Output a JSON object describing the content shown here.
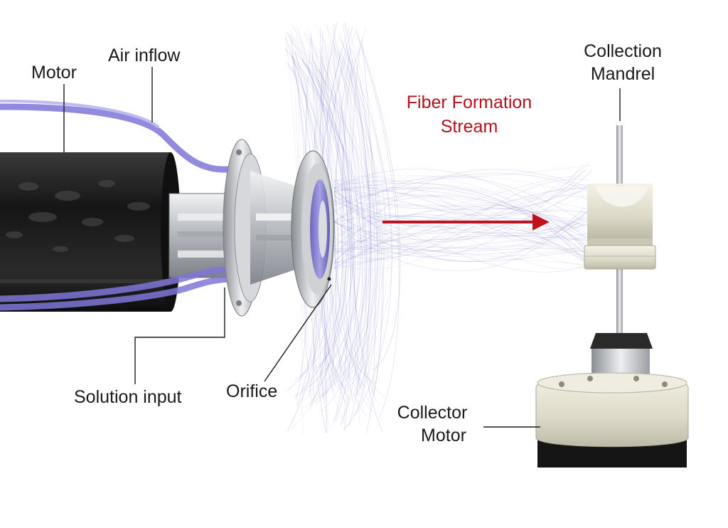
{
  "labels": {
    "motor": "Motor",
    "air_inflow": "Air inflow",
    "solution_input": "Solution input",
    "orifice": "Orifice",
    "fiber_stream_line1": "Fiber Formation",
    "fiber_stream_line2": "Stream",
    "collection_mandrel_line1": "Collection",
    "collection_mandrel_line2": "Mandrel",
    "collector_motor_line1": "Collector",
    "collector_motor_line2": "Motor"
  },
  "colors": {
    "tube": "#7e76d8",
    "fiber": "#6a66c8",
    "arrow": "#c0121b",
    "motor_body": "#1c1c1c",
    "metal": "#c9cbcf",
    "collector_cap": "#e4e2d4"
  }
}
